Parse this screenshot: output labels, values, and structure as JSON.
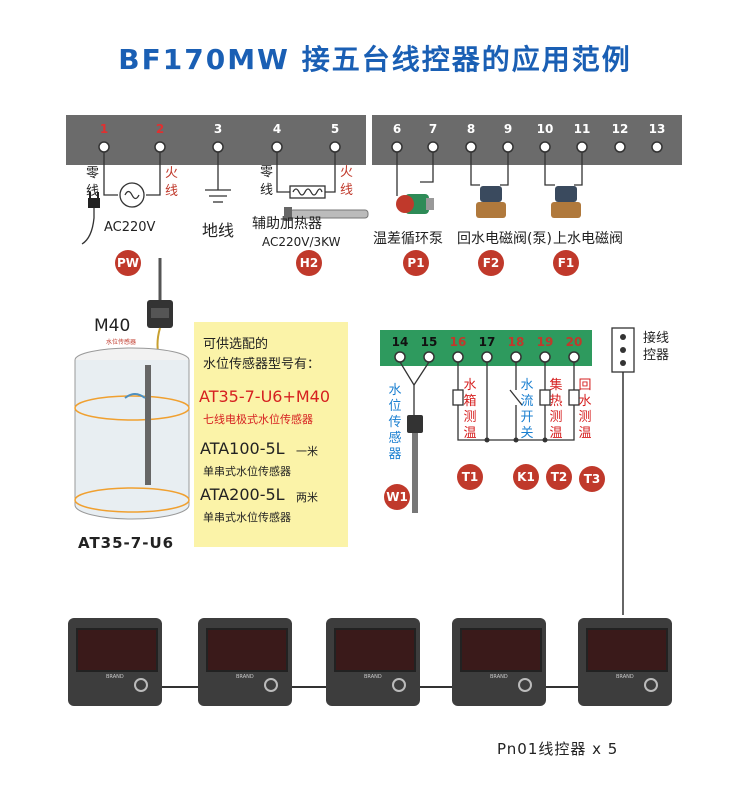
{
  "title": "BF170MW 接五台线控器的应用范例",
  "top_terminals": {
    "numbers": [
      "1",
      "2",
      "3",
      "4",
      "5",
      "6",
      "7",
      "8",
      "9",
      "10",
      "11",
      "12",
      "13"
    ],
    "colors": {
      "red": "#c0392b",
      "white": "#ffffff"
    }
  },
  "power": {
    "neutral": "零线",
    "live": "火线",
    "voltage": "AC220V",
    "badge": "PW"
  },
  "ground": {
    "label": "地线"
  },
  "heater": {
    "neutral": "零线",
    "live": "火线",
    "label": "辅助加热器",
    "spec": "AC220V/3KW",
    "badge": "H2"
  },
  "pump": {
    "label": "温差循环泵",
    "badge": "P1"
  },
  "return_valve": {
    "label": "回水电磁阀(泵)",
    "badge": "F2"
  },
  "inlet_valve": {
    "label": "上水电磁阀",
    "badge": "F1"
  },
  "sensor_left": {
    "model": "M40",
    "sub": "水位传感器",
    "tank_label": "AT35-7-U6"
  },
  "note": {
    "line1": "可供选配的",
    "line2": "水位传感器型号有：",
    "m1": "AT35-7-U6+M40",
    "m1_desc": "七线电极式水位传感器",
    "m2": "ATA100-5L",
    "m2_suffix": "一米",
    "m2_desc": "单串式水位传感器",
    "m3": "ATA200-5L",
    "m3_suffix": "两米",
    "m3_desc": "单串式水位传感器"
  },
  "bottom_terminals": {
    "numbers": [
      "14",
      "15",
      "16",
      "17",
      "18",
      "19",
      "20"
    ]
  },
  "water_sensor": {
    "label": "水位传感器",
    "badge": "W1"
  },
  "t1": {
    "label": "水箱测温",
    "badge": "T1"
  },
  "k1": {
    "label": "水流开关",
    "badge": "K1"
  },
  "t2": {
    "label": "集热测温",
    "badge": "T2"
  },
  "t3": {
    "label": "回水测温",
    "badge": "T3"
  },
  "junction": {
    "label": "接线控器"
  },
  "controllers": {
    "caption": "Pn01线控器 x 5",
    "brand": "BRAND"
  }
}
